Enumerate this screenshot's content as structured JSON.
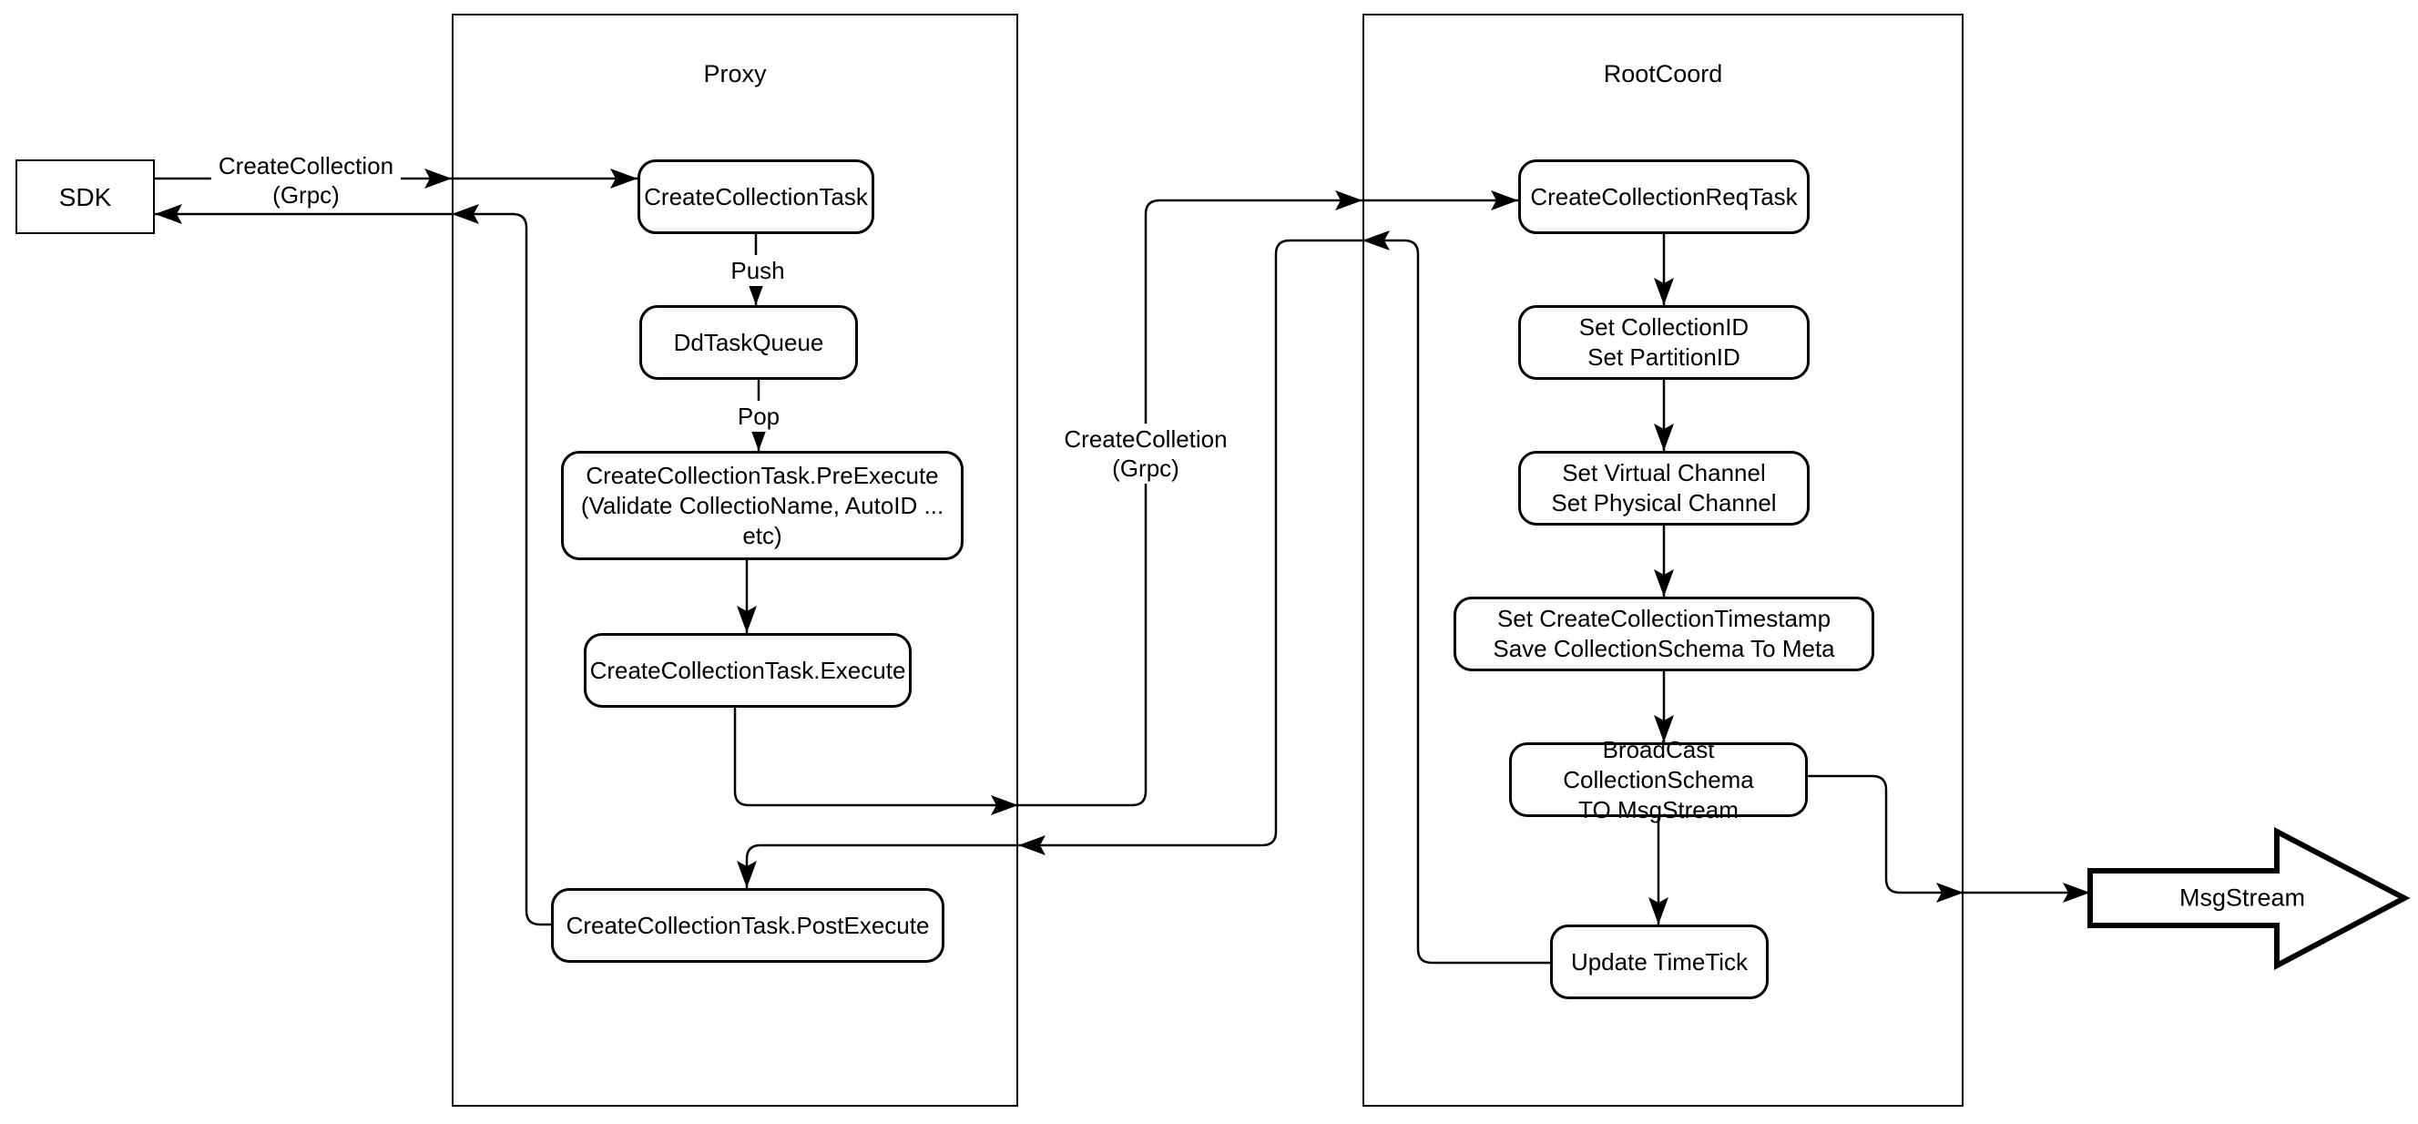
{
  "diagram": {
    "colors": {
      "line": "#000000",
      "node_fill": "#ffffff",
      "background": "#ffffff"
    },
    "sdk": {
      "label": "SDK"
    },
    "proxy": {
      "title": "Proxy",
      "nodes": {
        "create_collection_task": "CreateCollectionTask",
        "dd_task_queue": "DdTaskQueue",
        "pre_execute": "CreateCollectionTask.PreExecute\n(Validate CollectioName, AutoID ... etc)",
        "execute": "CreateCollectionTask.Execute",
        "post_execute": "CreateCollectionTask.PostExecute"
      }
    },
    "rootcoord": {
      "title": "RootCoord",
      "nodes": {
        "create_collection_req_task": "CreateCollectionReqTask",
        "set_ids": "Set CollectionID\nSet PartitionID",
        "set_channels": "Set Virtual Channel\nSet Physical Channel",
        "set_timestamp": "Set CreateCollectionTimestamp\nSave CollectionSchema To Meta",
        "broadcast": "BroadCast CollectionSchema\nTO MsgStream",
        "update_timetick": "Update TimeTick"
      }
    },
    "msgstream": {
      "label": "MsgStream"
    },
    "edge_labels": {
      "sdk_grpc": "CreateCollection\n(Grpc)",
      "push": "Push",
      "pop": "Pop",
      "proxy_grpc": "CreateColletion\n(Grpc)"
    },
    "edges": [
      {
        "from": "SDK",
        "to": "CreateCollectionTask",
        "label": "CreateCollection (Grpc)"
      },
      {
        "from": "CreateCollectionTask",
        "to": "DdTaskQueue",
        "label": "Push"
      },
      {
        "from": "DdTaskQueue",
        "to": "CreateCollectionTask.PreExecute",
        "label": "Pop"
      },
      {
        "from": "CreateCollectionTask.PreExecute",
        "to": "CreateCollectionTask.Execute",
        "label": ""
      },
      {
        "from": "CreateCollectionTask.Execute",
        "to": "CreateCollectionReqTask",
        "label": "CreateColletion (Grpc)"
      },
      {
        "from": "CreateCollectionReqTask",
        "to": "Set CollectionID / Set PartitionID",
        "label": ""
      },
      {
        "from": "Set CollectionID / Set PartitionID",
        "to": "Set Virtual Channel / Set Physical Channel",
        "label": ""
      },
      {
        "from": "Set Virtual Channel / Set Physical Channel",
        "to": "Set CreateCollectionTimestamp / Save CollectionSchema To Meta",
        "label": ""
      },
      {
        "from": "Set CreateCollectionTimestamp / Save CollectionSchema To Meta",
        "to": "BroadCast CollectionSchema TO MsgStream",
        "label": ""
      },
      {
        "from": "BroadCast CollectionSchema TO MsgStream",
        "to": "Update TimeTick",
        "label": ""
      },
      {
        "from": "BroadCast CollectionSchema TO MsgStream",
        "to": "MsgStream",
        "label": ""
      },
      {
        "from": "Update TimeTick",
        "to": "CreateCollectionTask.PostExecute",
        "label": ""
      },
      {
        "from": "CreateCollectionTask.PostExecute",
        "to": "SDK",
        "label": ""
      }
    ]
  }
}
